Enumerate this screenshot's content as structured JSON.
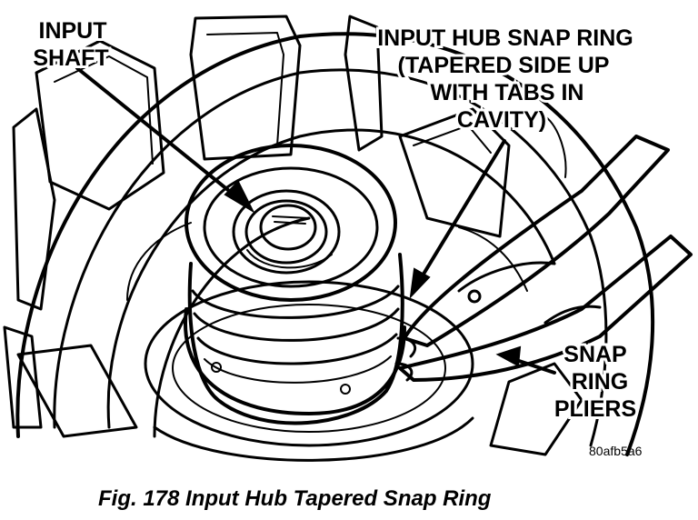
{
  "labels": {
    "input_shaft": [
      "INPUT",
      "SHAFT"
    ],
    "snap_ring": [
      "INPUT HUB SNAP RING",
      "(TAPERED SIDE UP",
      "WITH TABS IN",
      "CAVITY)"
    ],
    "pliers": [
      "SNAP",
      "RING",
      "PLIERS"
    ]
  },
  "ref_code": "80afb5a6",
  "caption": "Fig. 178 Input Hub Tapered Snap Ring",
  "colors": {
    "ink": "#000000",
    "paper": "#ffffff"
  }
}
